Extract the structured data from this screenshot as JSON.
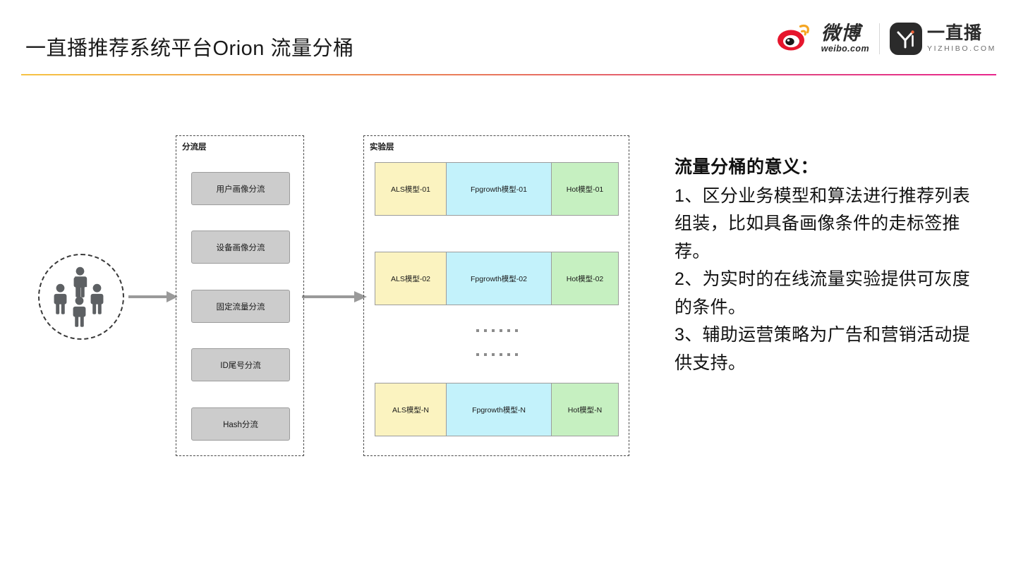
{
  "header": {
    "title": "一直播推荐系统平台Orion 流量分桶",
    "rule_gradient_from": "#f6c344",
    "rule_gradient_to": "#e8268c",
    "logos": [
      {
        "name": "weibo",
        "cn": "微博",
        "en": "weibo.com",
        "mark_color": "#e6162d",
        "accent_color": "#f5a623"
      },
      {
        "name": "yizhibo",
        "cn": "一直播",
        "en": "YIZHIBO.COM",
        "mark_color": "#2b2b2b",
        "accent_color": "#f2663c"
      }
    ]
  },
  "diagram": {
    "audience": {
      "label": "user-group",
      "person_count": 4,
      "person_color": "#5d6063",
      "circle_style": "dashed"
    },
    "split_layer": {
      "label": "分流层",
      "boxes": [
        {
          "label": "用户画像分流"
        },
        {
          "label": "设备画像分流"
        },
        {
          "label": "固定流量分流"
        },
        {
          "label": "ID尾号分流"
        },
        {
          "label": "Hash分流"
        }
      ],
      "box_fill": "#cccccc",
      "box_border": "#9c9c9c"
    },
    "experiment_layer": {
      "label": "实验层",
      "column_colors": {
        "als": "#fbf3c0",
        "fpgrowth": "#c3f2fb",
        "hot": "#c6f0c1"
      },
      "rows": [
        {
          "als": "ALS模型-01",
          "fpgrowth": "Fpgrowth模型-01",
          "hot": "Hot模型-01"
        },
        {
          "als": "ALS模型-02",
          "fpgrowth": "Fpgrowth模型-02",
          "hot": "Hot模型-02"
        },
        {
          "als": "ALS模型-N",
          "fpgrowth": "Fpgrowth模型-N",
          "hot": "Hot模型-N"
        }
      ],
      "ellipsis_rows": 2,
      "ellipsis_dots_per_row": 6
    },
    "arrows": [
      {
        "name": "audience-to-split-layer",
        "color": "#9a9a9a"
      },
      {
        "name": "split-layer-to-experiment-layer",
        "color": "#9a9a9a"
      }
    ]
  },
  "notes": {
    "heading": "流量分桶的意义：",
    "items": [
      "1、区分业务模型和算法进行推荐列表组装，比如具备画像条件的走标签推荐。",
      "2、为实时的在线流量实验提供可灰度的条件。",
      "3、辅助运营策略为广告和营销活动提供支持。"
    ]
  }
}
